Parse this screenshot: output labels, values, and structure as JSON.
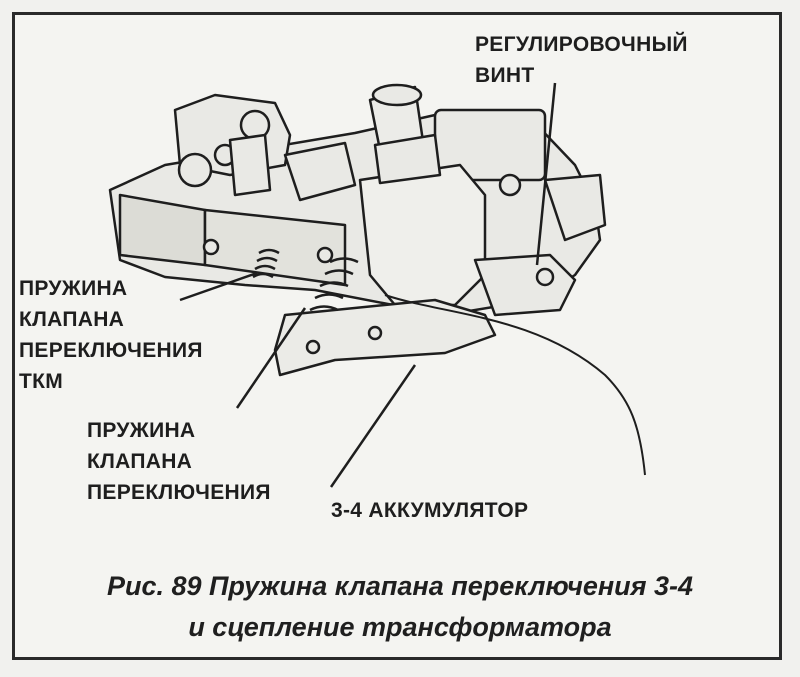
{
  "labels": {
    "adjust_screw_line1": "РЕГУЛИРОВОЧНЫЙ",
    "adjust_screw_line2": "ВИНТ",
    "tcc_spring_line1": "ПРУЖИНА",
    "tcc_spring_line2": "КЛАПАНА",
    "tcc_spring_line3": "ПЕРЕКЛЮЧЕНИЯ",
    "tcc_spring_line4": "ТКМ",
    "shift_spring_line1": "ПРУЖИНА",
    "shift_spring_line2": "КЛАПАНА",
    "shift_spring_line3": "ПЕРЕКЛЮЧЕНИЯ",
    "accumulator": "3-4 АККУМУЛЯТОР"
  },
  "caption": {
    "line1": "Рис. 89 Пружина клапана переключения 3-4",
    "line2": "и сцепление трансформатора"
  },
  "colors": {
    "ink": "#1e1e1e",
    "paper": "#f4f4f1"
  }
}
